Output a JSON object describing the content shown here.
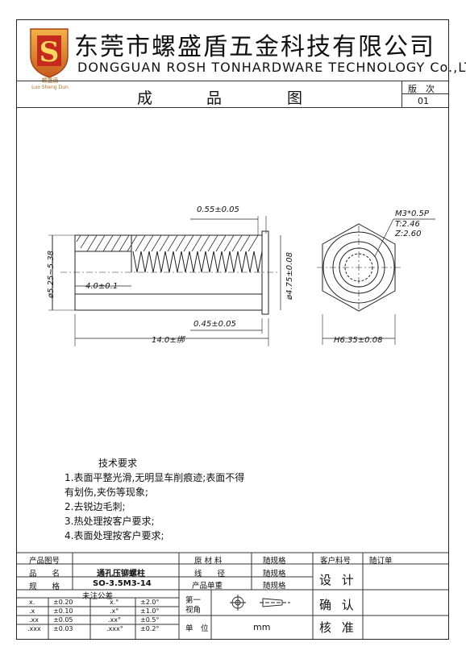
{
  "header": {
    "company_cn": "东莞市螺盛盾五金科技有限公司",
    "company_en": "DONGGUAN ROSH TONHARDWARE TECHNOLOGY Co.,LTD",
    "logo_letter": "S",
    "logo_cn": "螺盛盾",
    "logo_pinyin": "Luo Sheng Dun",
    "drawing_title_chars": [
      "成",
      "品",
      "图"
    ],
    "version_label": "版　次",
    "version_value": "01"
  },
  "drawing": {
    "dim_top": "0.55±0.05",
    "dim_diameter_left": "ø5.25~5.38",
    "dim_inner_len": "4.0±0.1",
    "dim_diameter_right": "ø4.75±0.08",
    "dim_head": "0.45±0.05",
    "dim_length": "14.0±绑",
    "thread_spec": "M3*0.5P",
    "thread_t": "T:2.46",
    "thread_z": "Z:2.60",
    "dim_hex": "H6.35±0.08"
  },
  "notes": {
    "title": "技术要求",
    "lines": [
      "1.表面平整光滑,无明显车削痕迹;表面不得",
      "有划伤,夹伤等现象;",
      "2.去锐边毛刺;",
      "3.热处理按客户要求;",
      "4.表面处理按客户要求;"
    ]
  },
  "title_block": {
    "product_no_label": "产品图号",
    "product_no_value": "",
    "name_label": "品　　名",
    "name_value": "通孔压铆螺柱",
    "spec_label": "规　　格",
    "spec_value": "SO-3.5M3-14",
    "material_label": "原 材 料",
    "material_value": "随规格",
    "wire_label": "线　　径",
    "wire_value": "随规格",
    "weight_label": "产品单重",
    "weight_value": "随规格",
    "customer_no_label": "客户料号",
    "customer_no_value": "随订单",
    "design_label": "设 计",
    "confirm_label": "确 认",
    "approve_label": "核 准",
    "tolerance_title": "未注公差",
    "tolerances": [
      {
        "a": "x.",
        "b": "±0.20",
        "c": "x.°",
        "d": "±2.0°"
      },
      {
        "a": ".x",
        "b": "±0.10",
        "c": ".x°",
        "d": "±1.0°"
      },
      {
        "a": ".xx",
        "b": "±0.05",
        "c": ".xx°",
        "d": "±0.5°"
      },
      {
        "a": ".xxx",
        "b": "±0.03",
        "c": ".xxx°",
        "d": "±0.2°"
      }
    ],
    "projection_label_1": "第一",
    "projection_label_2": "视角",
    "unit_label": "单　位",
    "unit_value": "mm"
  }
}
